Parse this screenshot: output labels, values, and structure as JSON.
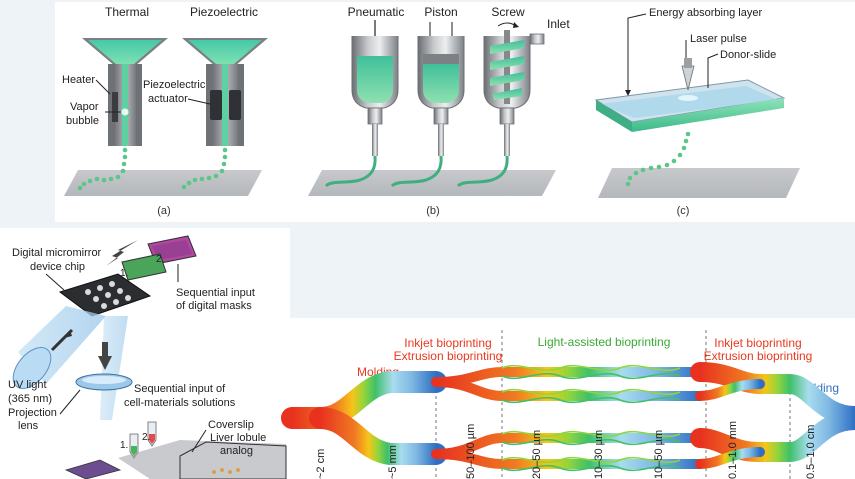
{
  "panel_a": {
    "col1_title": "Thermal",
    "col2_title": "Piezoelectric",
    "label_heater": "Heater",
    "label_vapor": "Vapor",
    "label_bubble": "bubble",
    "label_pz1": "Piezoelectric",
    "label_pz2": "actuator",
    "caption": "(a)"
  },
  "panel_b": {
    "label_pneumatic": "Pneumatic",
    "label_piston": "Piston",
    "label_screw": "Screw",
    "label_inlet": "Inlet",
    "caption": "(b)"
  },
  "panel_c": {
    "label_energy": "Energy absorbing layer",
    "label_laser": "Laser pulse",
    "label_donor": "Donor-slide",
    "caption": "(c)"
  },
  "panel_d": {
    "dmd_line1": "Digital micromirror",
    "dmd_line2": "device chip",
    "masks_line1": "Sequential input",
    "masks_line2": "of digital masks",
    "uv_line1": "UV light",
    "uv_line2": "(365 nm)",
    "proj_line1": "Projection",
    "proj_line2": "lens",
    "cells_line1": "Sequential input of",
    "cells_line2": "cell-materials solutions",
    "coverslip": "Coverslip",
    "liver_line1": "Liver lobule",
    "liver_line2": "analog",
    "num1": "1.",
    "num2": "2."
  },
  "scale": {
    "molding_left": "Molding",
    "inkjet_left": "Inkjet bioprinting",
    "extrusion_left": "Extrusion bioprinting",
    "light": "Light-assisted bioprinting",
    "inkjet_right": "Inkjet bioprinting",
    "extrusion_right": "Extrusion bioprinting",
    "molding_right": "Molding",
    "ticks": [
      "~2 cm",
      "~5 mm",
      "50–100 µm",
      "20–50 µm",
      "10–30 µm",
      "10–50 µm",
      "0.1–1.0 mm",
      "0.5–1.0 cm"
    ]
  },
  "colors": {
    "green": "#5cc58a",
    "red_label": "#e8391f",
    "green_label": "#3aa935",
    "blue_label": "#2f6fc4"
  }
}
